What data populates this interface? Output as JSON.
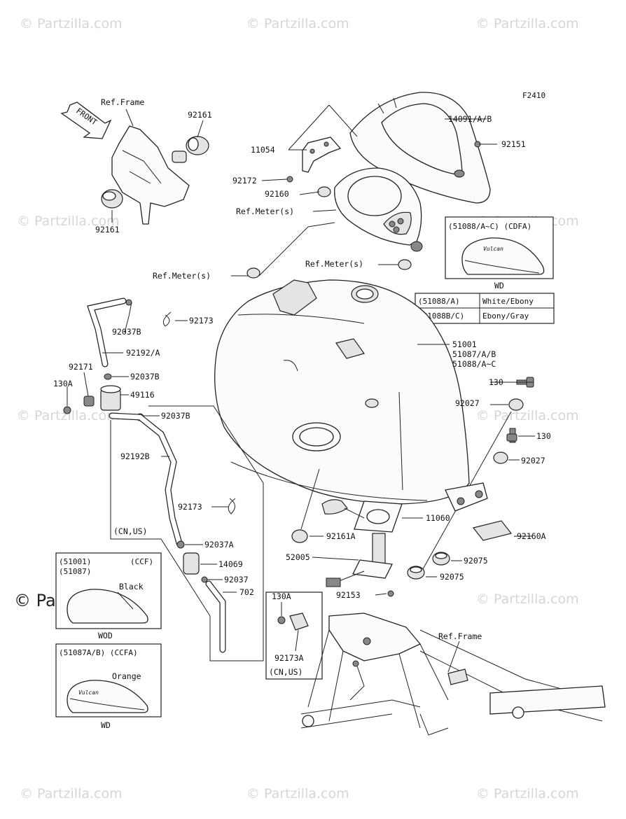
{
  "watermarks": [
    "© Partzilla.com"
  ],
  "brand_text": "© Partzilla.com",
  "figure_code": "F2410",
  "front_arrow": "FRONT",
  "labels": {
    "ref_frame_top": "Ref.Frame",
    "ref_frame_bottom": "Ref.Frame",
    "ref_meter_1": "Ref.Meter(s)",
    "ref_meter_2": "Ref.Meter(s)",
    "ref_meter_3": "Ref.Meter(s)",
    "p92161_top": "92161",
    "p92161_bottom": "92161",
    "p14091": "14091/A/B",
    "p92151": "92151",
    "p11054": "11054",
    "p92172": "92172",
    "p92160": "92160",
    "p92037b_1": "92037B",
    "p92173_1": "92173",
    "p92192a": "92192/A",
    "p92171": "92171",
    "p130a_1": "130A",
    "p92037b_2": "92037B",
    "p49116": "49116",
    "p92037b_3": "92037B",
    "p92192b": "92192B",
    "p92173_2": "92173",
    "p92037a": "92037A",
    "p14069": "14069",
    "p92037": "92037",
    "p702": "702",
    "p51001": "51001",
    "p51087": "51087/A/B",
    "p51088": "51088/A~C",
    "p130_1": "130",
    "p92027_1": "92027",
    "p130_2": "130",
    "p92027_2": "92027",
    "p11060": "11060",
    "p92161a": "92161A",
    "p92160a": "92160A",
    "p52005": "52005",
    "p92075_1": "92075",
    "p92075_2": "92075",
    "p92153": "92153",
    "p130a_2": "130A",
    "p92173a": "92173A",
    "cn_us_1": "(CN,US)",
    "cn_us_2": "(CN,US)"
  },
  "inset_cdfa": {
    "header": "(51088/A~C) (CDFA)",
    "badge": "Vulcan",
    "caption": "WD"
  },
  "color_table": {
    "rows": [
      {
        "code": "(51088/A)",
        "color": "White/Ebony"
      },
      {
        "code": "(51088B/C)",
        "color": "Ebony/Gray"
      }
    ]
  },
  "inset_ccf": {
    "line1_left": "(51001)",
    "line1_right": "(CCF)",
    "line2": "(51087)",
    "color": "Black",
    "caption": "WOD"
  },
  "inset_ccfa": {
    "header": "(51087A/B) (CCFA)",
    "color": "Orange",
    "badge": "Vulcan",
    "caption": "WD"
  }
}
